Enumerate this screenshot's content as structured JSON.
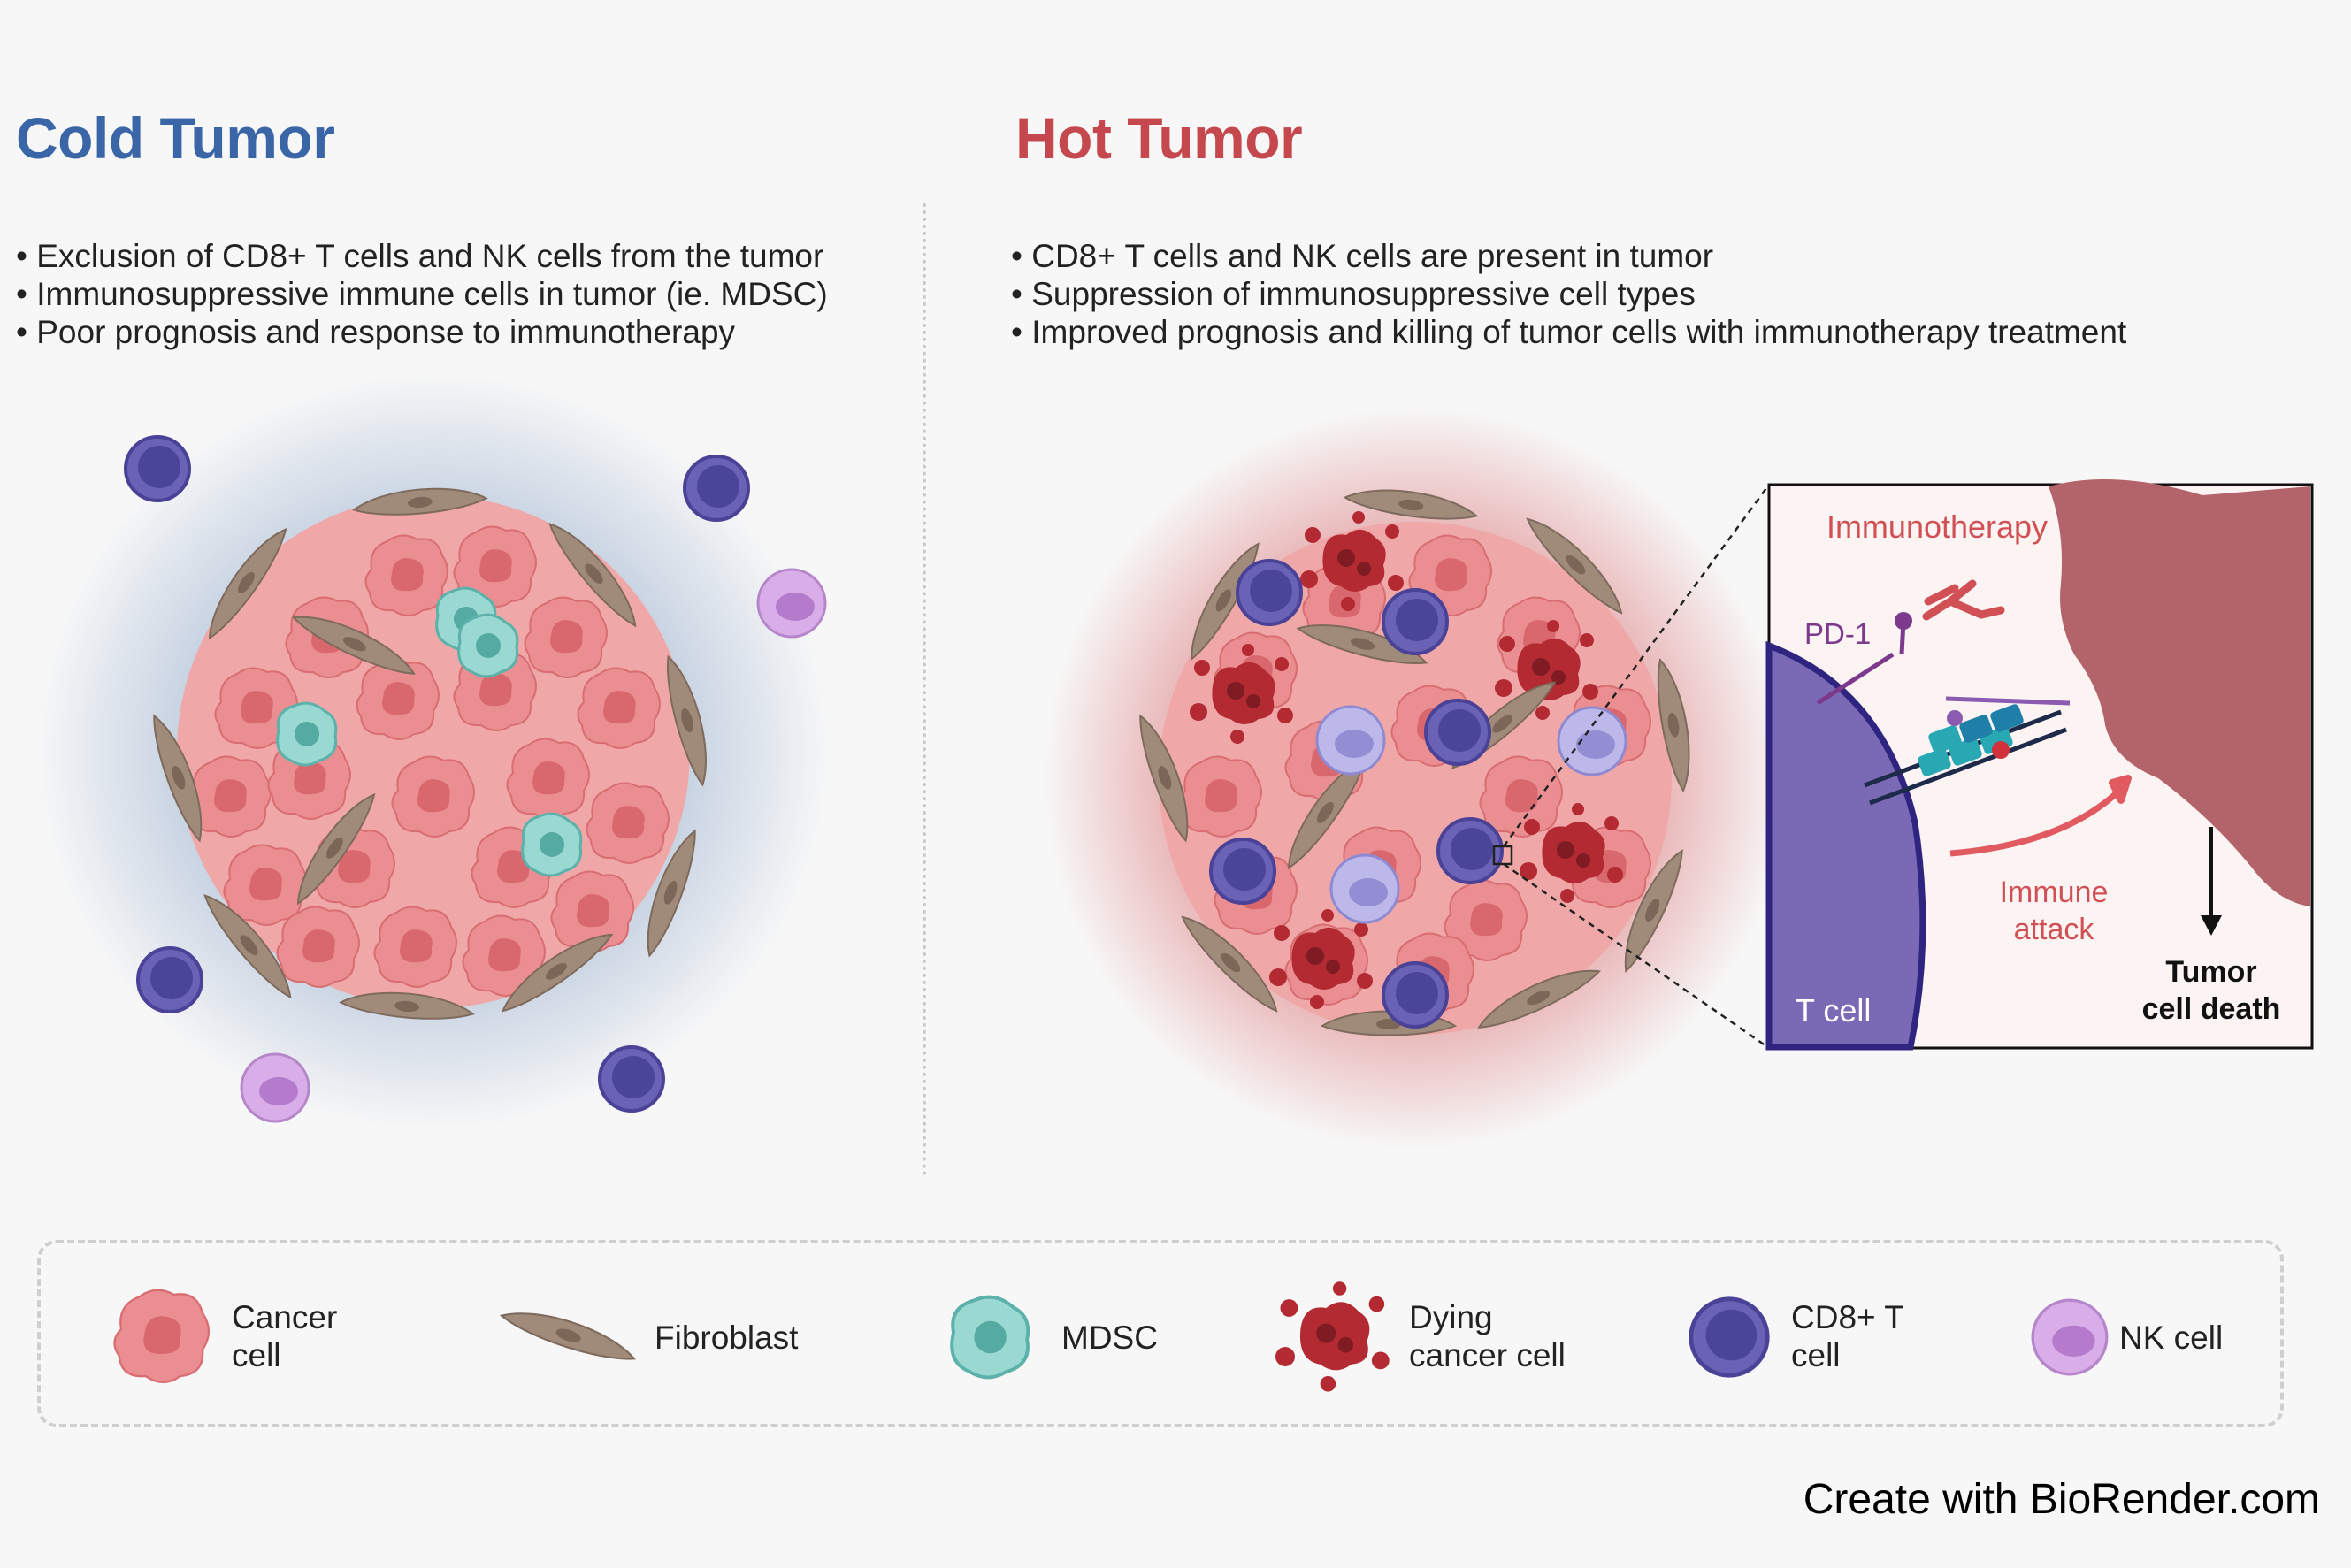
{
  "cold": {
    "title": "Cold Tumor",
    "title_color": "#3a66a8",
    "bullets": [
      "• Exclusion of CD8+ T cells and NK cells from the tumor",
      "• Immunosuppressive immune cells in tumor (ie. MDSC)",
      "• Poor prognosis and response to immunotherapy"
    ]
  },
  "hot": {
    "title": "Hot Tumor",
    "title_color": "#c4484d",
    "bullets": [
      "• CD8+ T cells and NK cells are present in tumor",
      "• Suppression of immunosuppressive cell types",
      "• Improved prognosis and killing of tumor cells with immunotherapy treatment"
    ]
  },
  "inset": {
    "immunotherapy": "Immunotherapy",
    "pd1": "PD-1",
    "immune_attack_line1": "Immune",
    "immune_attack_line2": "attack",
    "tumor_death_line1": "Tumor",
    "tumor_death_line2": "cell death",
    "t_cell": "T cell"
  },
  "legend": {
    "cancer_line1": "Cancer",
    "cancer_line2": "cell",
    "fibroblast": "Fibroblast",
    "mdsc": "MDSC",
    "dying_line1": "Dying",
    "dying_line2": "cancer cell",
    "cd8_line1": "CD8+ T",
    "cd8_line2": "cell",
    "nk": "NK cell"
  },
  "credit": "Create with BioRender.com",
  "colors": {
    "cancer": "#e9898c",
    "fibroblast": "#a08b7a",
    "mdsc": "#7cc6c0",
    "dying": "#a8262e",
    "cd8": "#5d55a8",
    "nk": "#cf9fe0",
    "cold_glow": "#b9c8dc",
    "hot_glow": "#e39b9d"
  }
}
